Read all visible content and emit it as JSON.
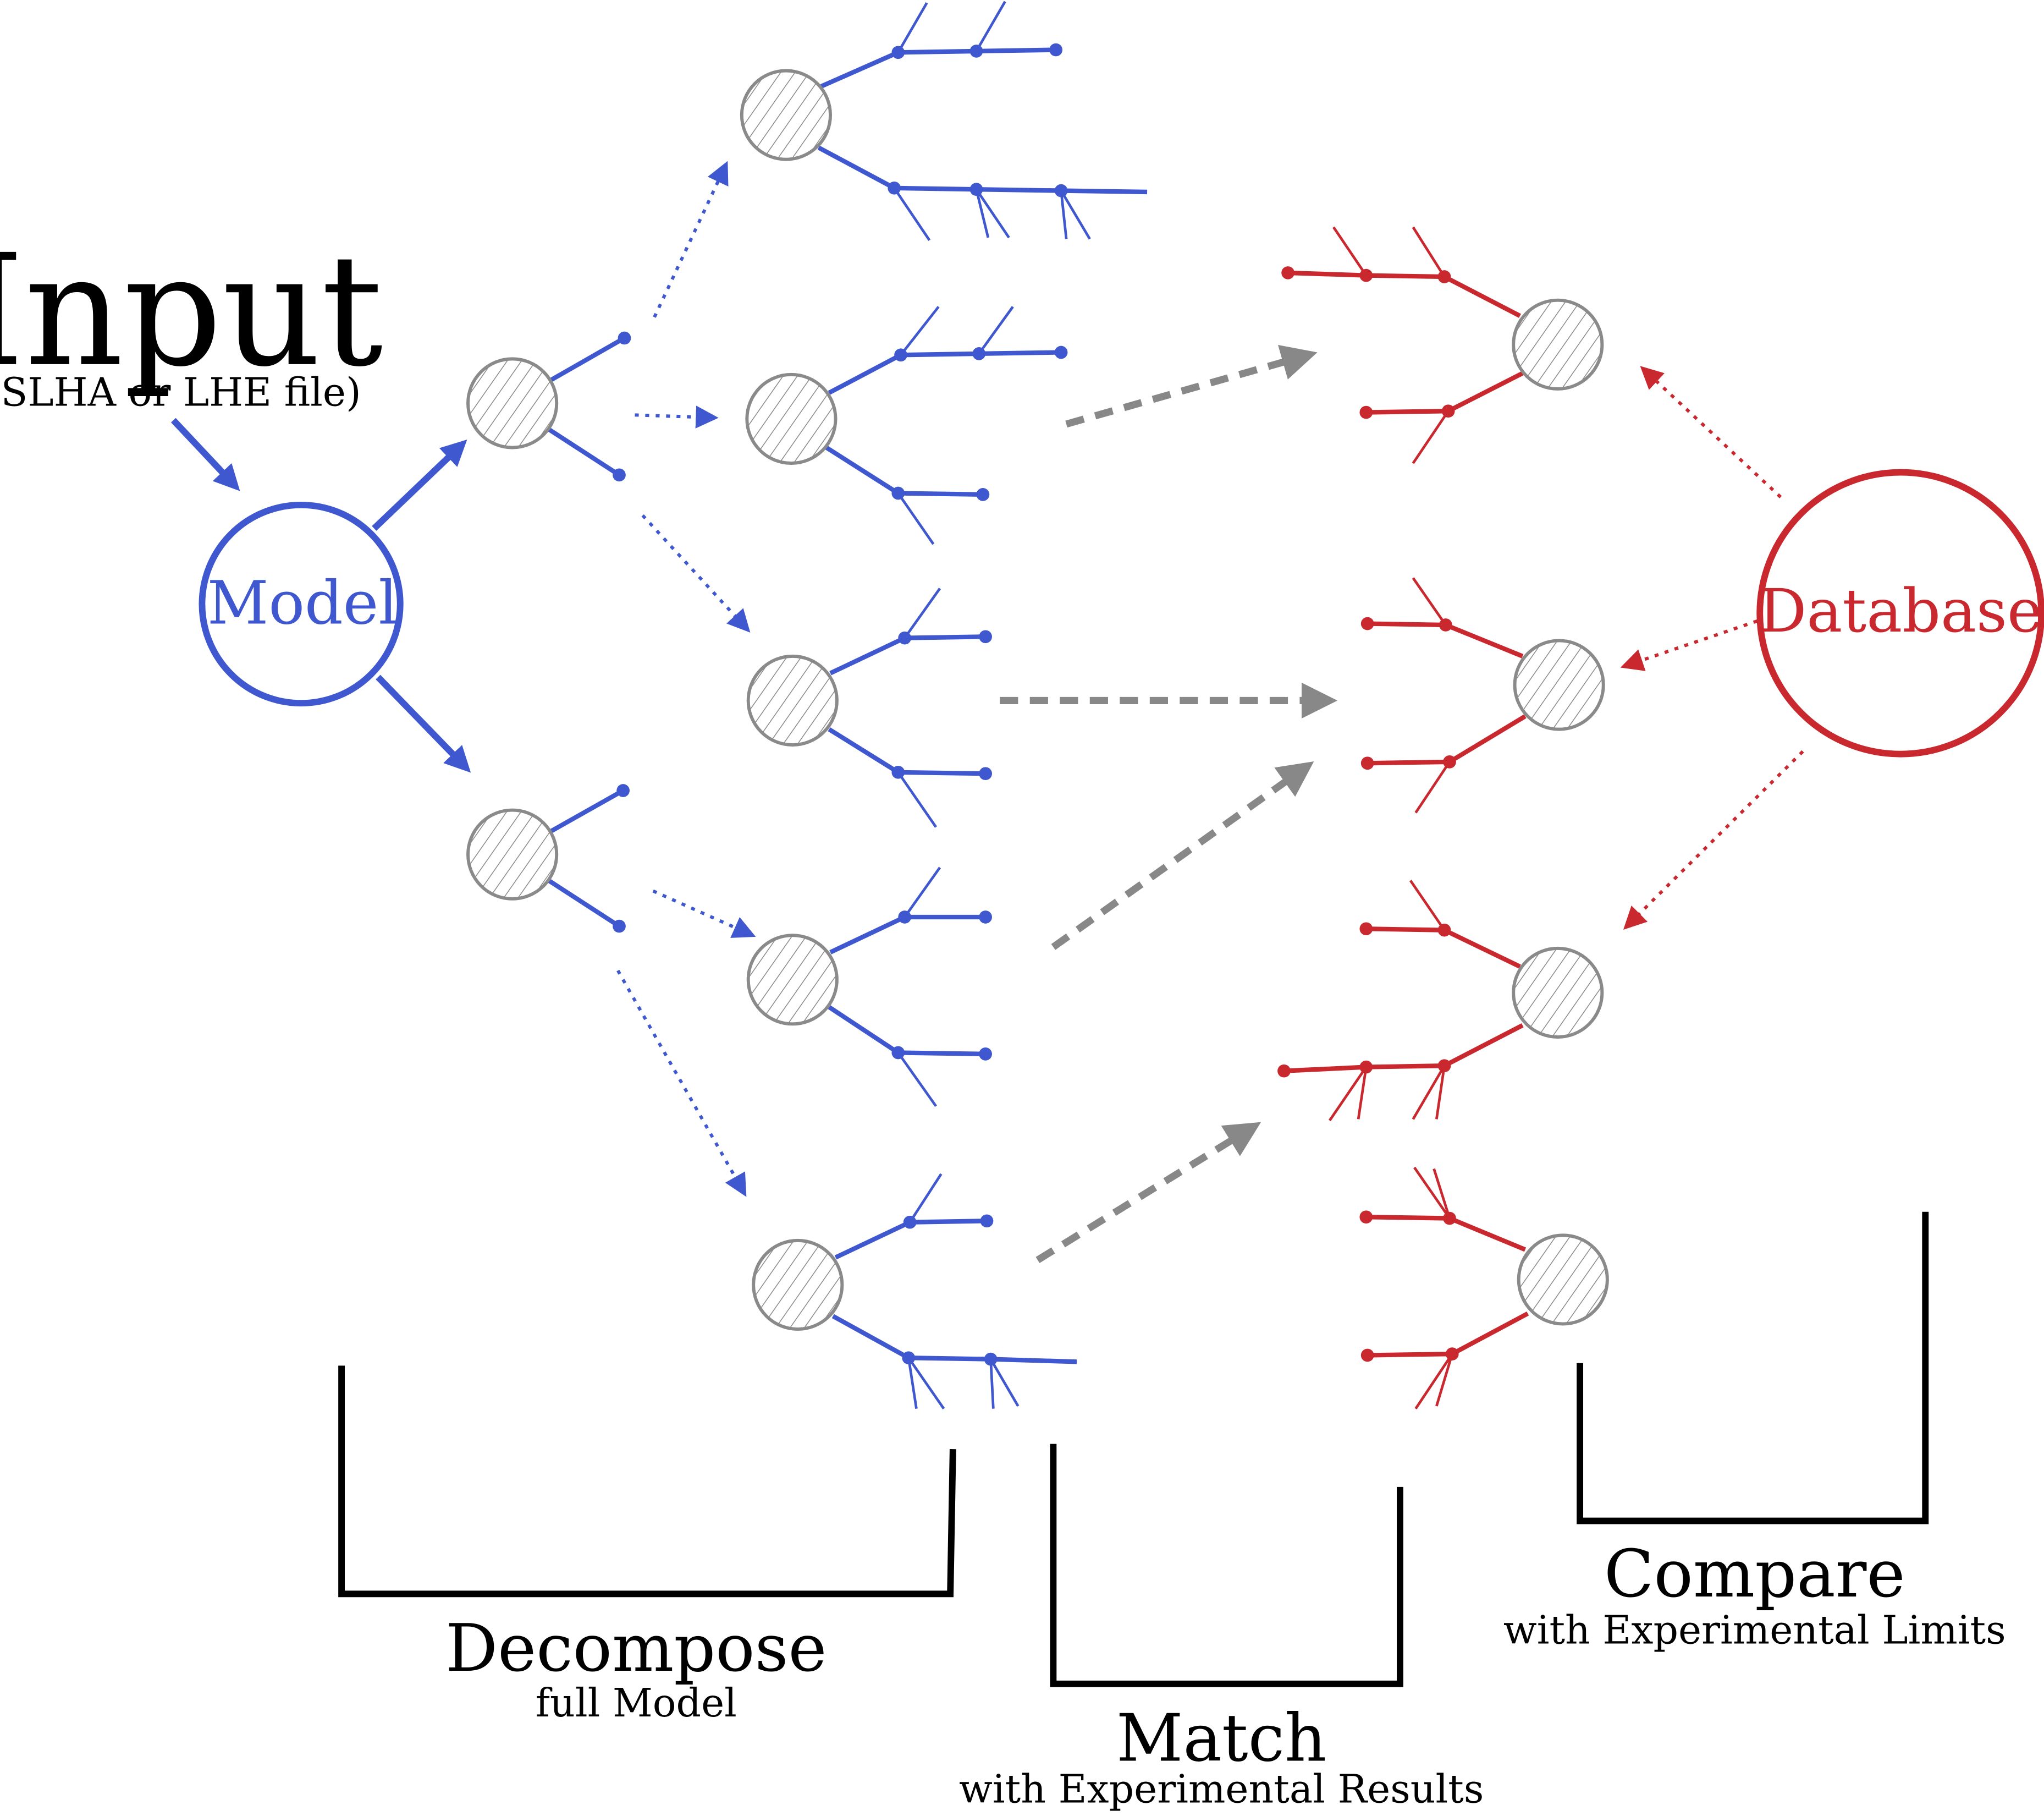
{
  "colors": {
    "model": "#3f57cf",
    "database": "#c8282e",
    "blob": "#8a8a8a",
    "flow": "#888888",
    "bracket": "#000000"
  },
  "input": {
    "title": "Input",
    "subtitle": "(SLHA or LHE file)"
  },
  "model": {
    "label": "Model"
  },
  "database": {
    "label": "Database"
  },
  "steps": {
    "decompose": {
      "title": "Decompose",
      "subtitle": "full Model"
    },
    "match": {
      "title": "Match",
      "subtitle": "with Experimental Results"
    },
    "compare": {
      "title": "Compare",
      "subtitle": "with Experimental Limits"
    }
  }
}
